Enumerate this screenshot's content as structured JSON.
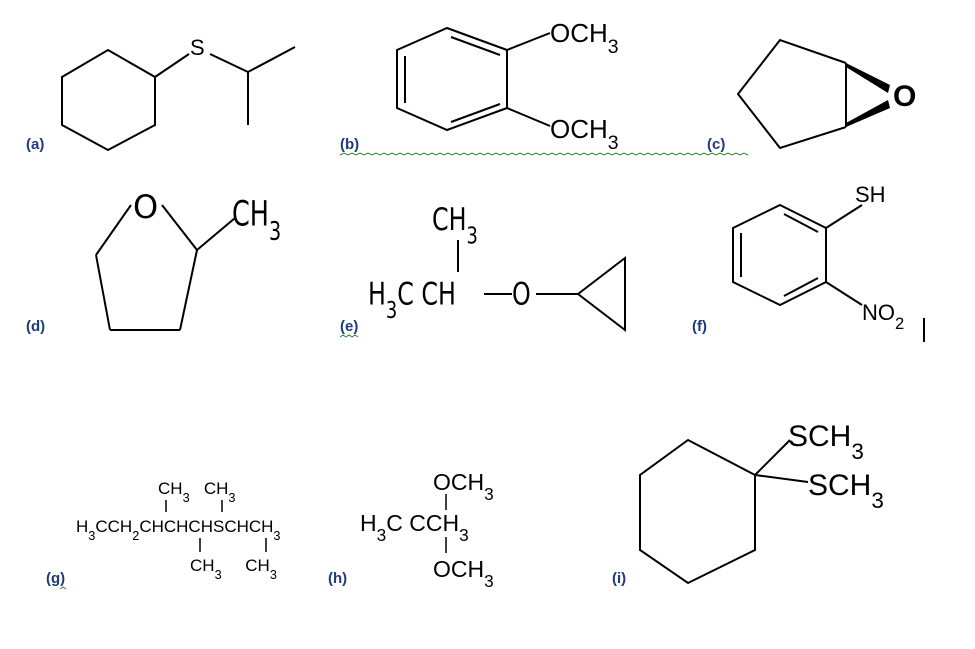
{
  "labels": {
    "a": "(a)",
    "b": "(b)",
    "c": "(c)",
    "d": "(d)",
    "e": "(e)",
    "f": "(f)",
    "g": "(g)",
    "h": "(h)",
    "i": "(i)"
  },
  "mol_a": {
    "s": "S"
  },
  "mol_b": {
    "top": "OCH3",
    "bottom": "OCH3"
  },
  "mol_c": {
    "o": "O"
  },
  "mol_d": {
    "o": "O",
    "ch3": "CH3"
  },
  "mol_e": {
    "top": "CH3",
    "left": "H3C CH",
    "o": "O"
  },
  "mol_f": {
    "sh": "SH",
    "no2": "NO2"
  },
  "mol_g": {
    "top": "CH3   CH3",
    "main": "H3CCH2CHCHCHSCHCH3",
    "bottom": "CH3     CH3"
  },
  "mol_h": {
    "top": "OCH3",
    "mid": "H3C CCH3",
    "bottom": "OCH3"
  },
  "mol_i": {
    "top": "SCH3",
    "bottom": "SCH3"
  },
  "colors": {
    "label": "#1f3a7a",
    "squiggle": "#2e8b2e"
  }
}
